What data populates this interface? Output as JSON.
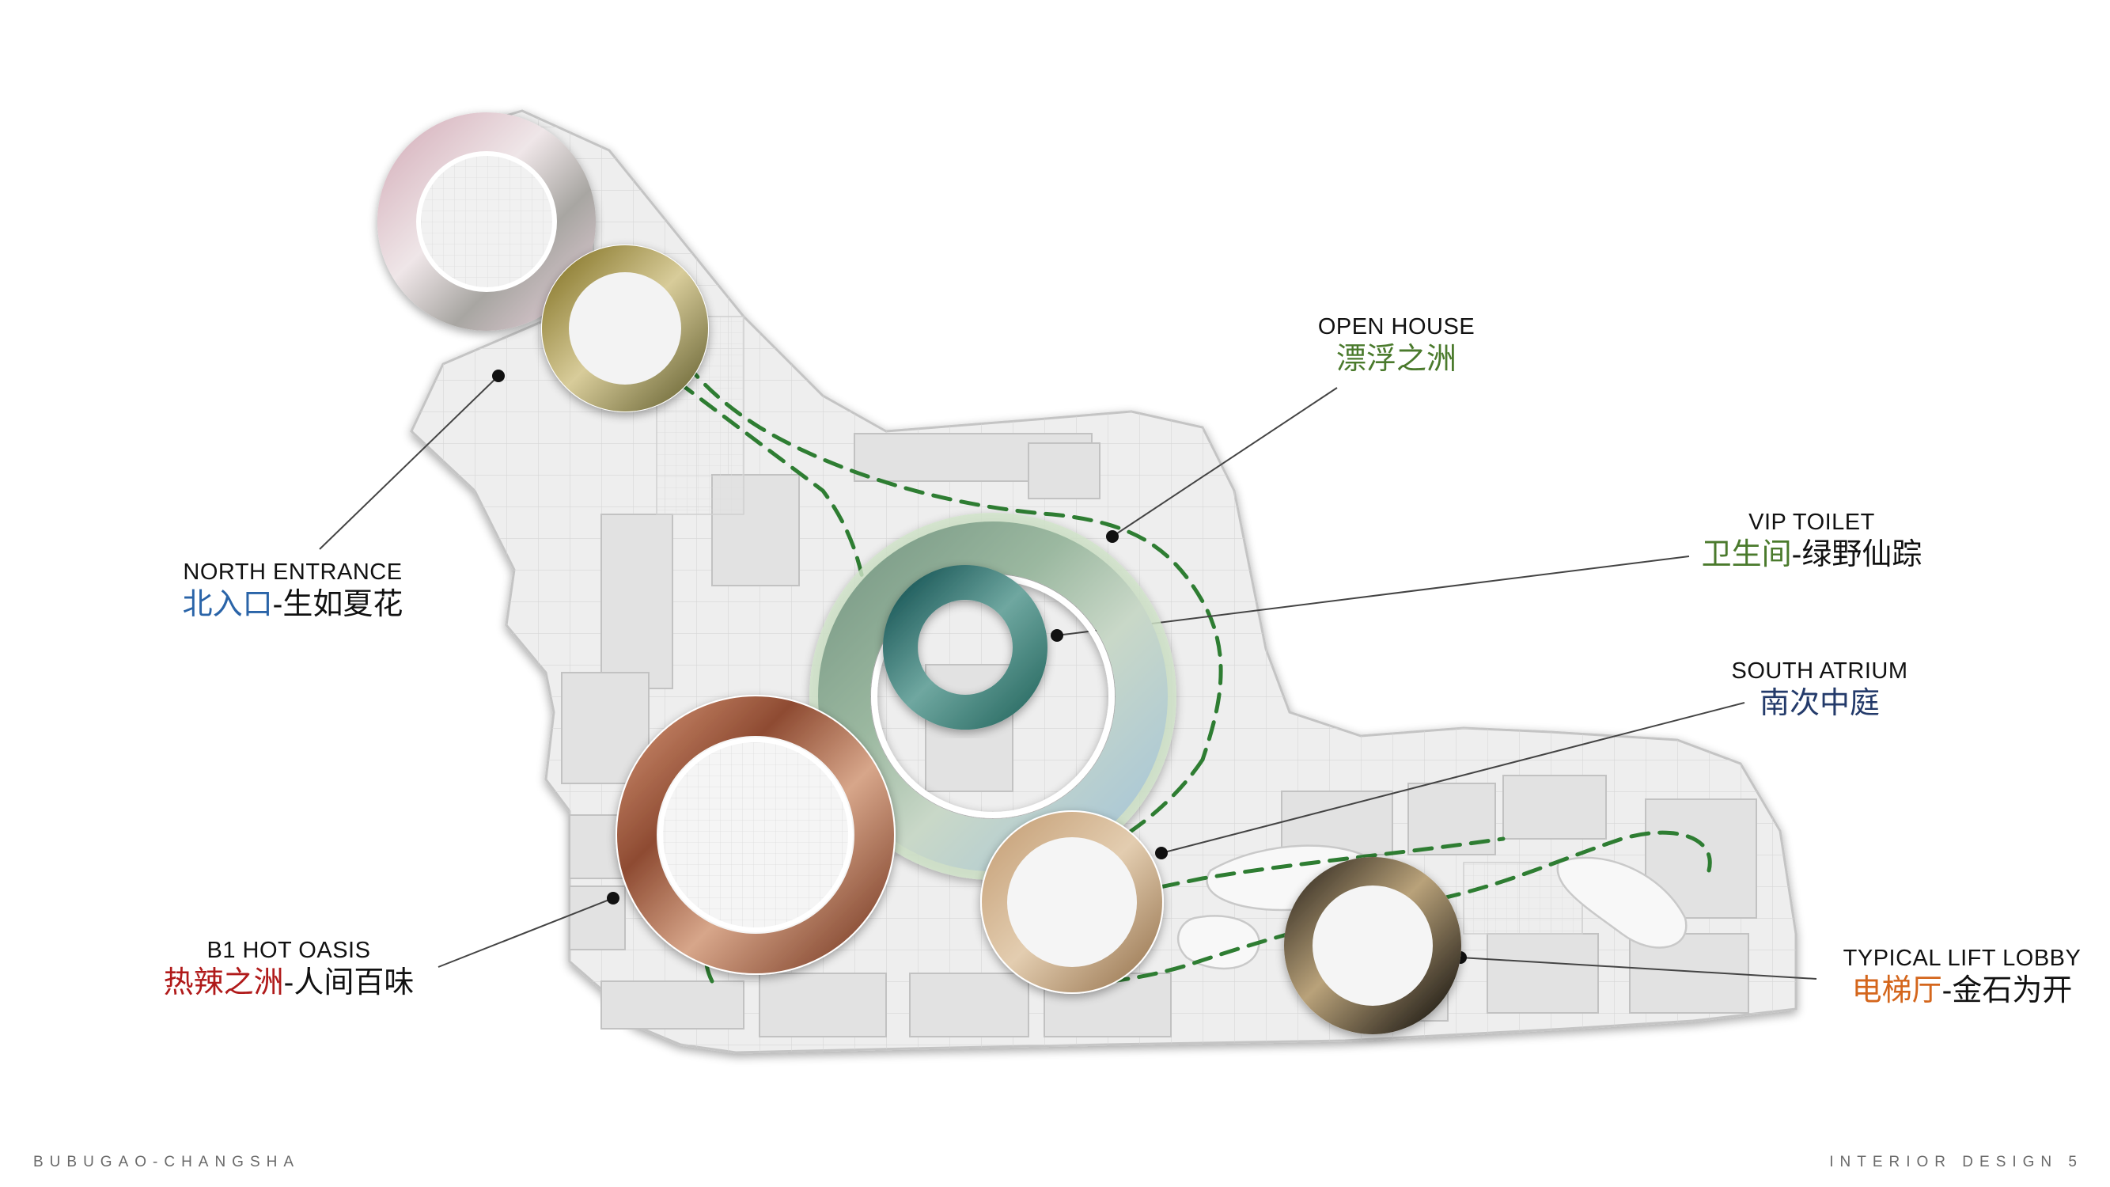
{
  "callouts": {
    "north_entrance": {
      "en": "NORTH ENTRANCE",
      "zh_accent": "北入口",
      "zh_rest": "-生如夏花",
      "accent_color": "#2a64a8"
    },
    "open_house": {
      "en": "OPEN HOUSE",
      "zh_accent": "漂浮之洲",
      "zh_rest": "",
      "accent_color": "#4a7a2c"
    },
    "vip_toilet": {
      "en": "VIP TOILET",
      "zh_accent": "卫生间",
      "zh_rest": "-绿野仙踪",
      "accent_color": "#4a7a2c"
    },
    "south_atrium": {
      "en": "SOUTH ATRIUM",
      "zh_accent": "南次中庭",
      "zh_rest": "",
      "accent_color": "#233a6a"
    },
    "b1_hot_oasis": {
      "en": "B1 HOT OASIS",
      "zh_accent": "热辣之洲",
      "zh_rest": "-人间百味",
      "accent_color": "#b01a1a"
    },
    "typical_lift_lobby": {
      "en": "TYPICAL LIFT LOBBY",
      "zh_accent": "电梯厅",
      "zh_rest": "-金石为开",
      "accent_color": "#d4661c"
    }
  },
  "footer": {
    "left": "BUBUGAO-CHANGSHA",
    "right": "INTERIOR DESIGN 5"
  },
  "colors": {
    "route_dash": "#2e7d32",
    "plan_fill": "#ececec",
    "plan_line": "#c8c8c8",
    "leader_line": "#333333"
  }
}
